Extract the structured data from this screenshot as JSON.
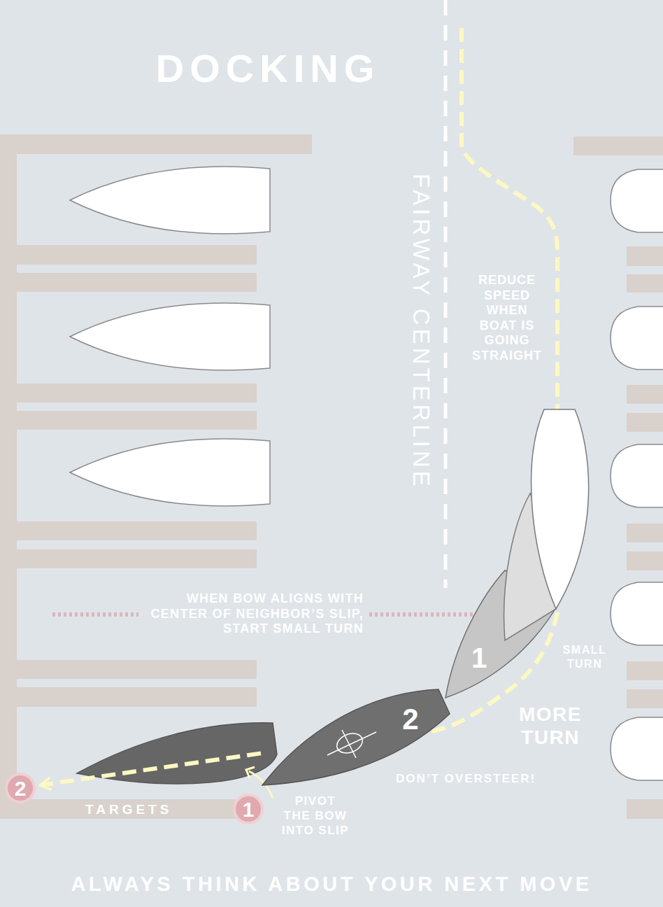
{
  "diagram": {
    "title": "DOCKING",
    "caption": "ALWAYS THINK ABOUT YOUR NEXT MOVE",
    "nodes": [
      {
        "text": [
          "1"
        ]
      },
      {
        "text": [
          "2"
        ]
      },
      {
        "text": [
          "1"
        ]
      },
      {
        "text": [
          "2"
        ]
      }
    ],
    "edges": [
      {
        "from": 1,
        "to": 3,
        "arrow": "to"
      }
    ],
    "labels": [
      "FAIRWAY CENTERLINE",
      "REDUCE SPEED WHEN BOAT IS GOING STRAIGHT",
      "WHEN BOW ALIGNS WITH CENTER OF NEIGHBOR’S SLIP, START SMALL TURN",
      "SMALL TURN",
      "MORE TURN",
      "DON’T OVERSTEER!",
      "PIVOT THE BOW INTO SLIP",
      "TARGETS"
    ]
  }
}
